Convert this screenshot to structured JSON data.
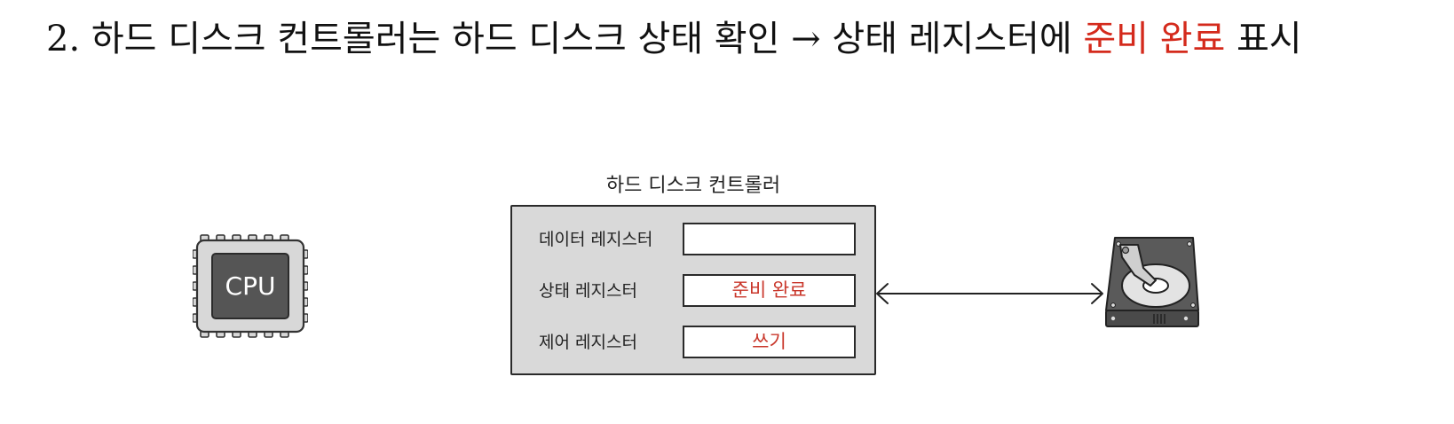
{
  "title": {
    "before": "2. 하드 디스크 컨트롤러는 하드 디스크 상태 확인 ",
    "arrow": "→",
    "middle": " 상태 레지스터에 ",
    "highlight": "준비 완료",
    "after": " 표시"
  },
  "cpu": {
    "label": "CPU"
  },
  "controller": {
    "label": "하드 디스크 컨트롤러",
    "registers": [
      {
        "label": "데이터 레지스터",
        "value": ""
      },
      {
        "label": "상태 레지스터",
        "value": "준비 완료"
      },
      {
        "label": "제어 레지스터",
        "value": "쓰기"
      }
    ]
  },
  "colors": {
    "highlight": "#d42a1c",
    "register_value": "#c9372b",
    "controller_fill": "#d9d9d9",
    "chip_body": "#d8d8d8",
    "chip_core": "#555555",
    "hdd_body": "#5a5a5a"
  },
  "icons": {
    "cpu": "cpu-chip-icon",
    "disk": "hard-disk-icon",
    "bus": "double-headed-arrow"
  }
}
